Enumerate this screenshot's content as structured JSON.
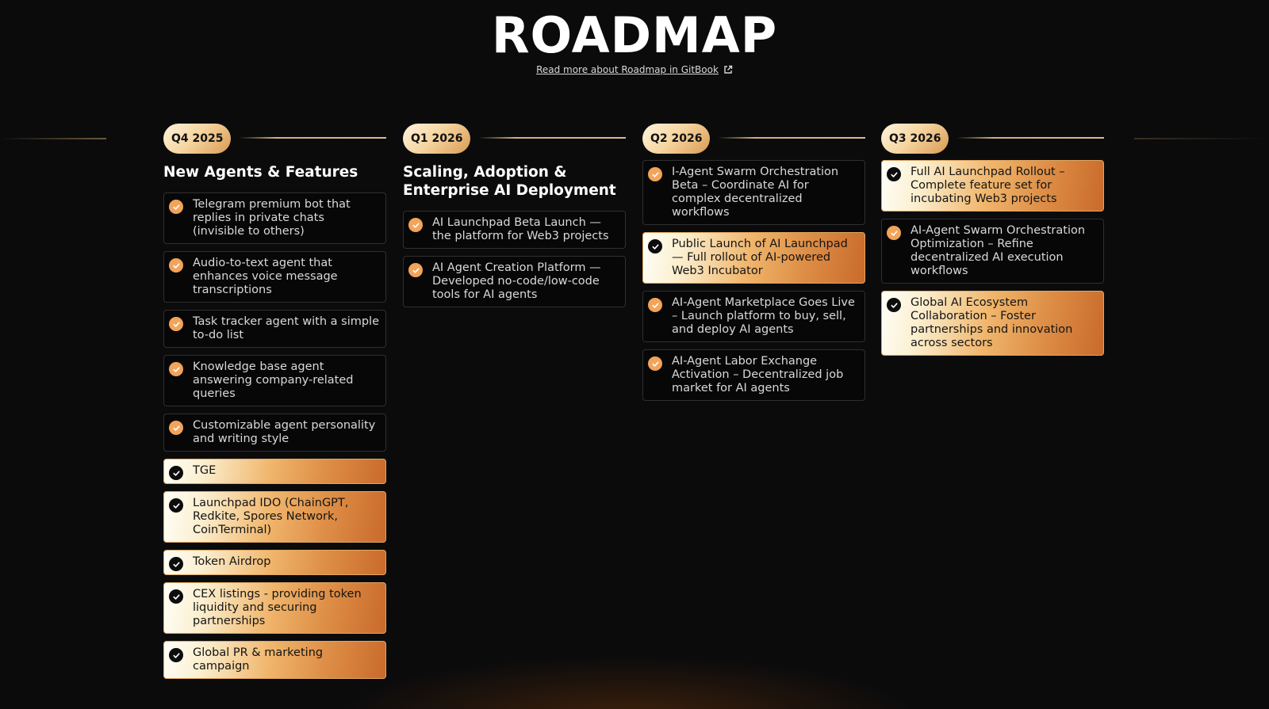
{
  "page": {
    "title": "ROADMAP",
    "gitbook_link": "Read more about Roadmap in GitBook",
    "link_icon": "external-link-icon"
  },
  "colors": {
    "background": "#0b0b0c",
    "accent_orange": "#f2a45a",
    "done_gradient_light": "#fffef8",
    "done_gradient_dark": "#c96a2b"
  },
  "columns": [
    {
      "quarter": "Q4 2025",
      "title": "New Agents & Features",
      "items": [
        {
          "text": "Telegram premium bot that replies in private chats (invisible to others)",
          "status": "pending"
        },
        {
          "text": "Audio-to-text agent that enhances voice message transcriptions",
          "status": "pending"
        },
        {
          "text": "Task tracker agent with a simple to-do list",
          "status": "pending"
        },
        {
          "text": "Knowledge base agent answering company-related queries",
          "status": "pending"
        },
        {
          "text": "Customizable agent personality and writing style",
          "status": "pending"
        },
        {
          "text": "TGE",
          "status": "done"
        },
        {
          "text": "Launchpad IDO (ChainGPT, Redkite, Spores Network, CoinTerminal)",
          "status": "done"
        },
        {
          "text": "Token Airdrop",
          "status": "done"
        },
        {
          "text": "CEX listings - providing token liquidity and securing partnerships",
          "status": "done"
        },
        {
          "text": "Global PR & marketing campaign",
          "status": "done"
        }
      ]
    },
    {
      "quarter": "Q1 2026",
      "title": "Scaling, Adoption & Enterprise AI Deployment",
      "items": [
        {
          "text": "AI Launchpad Beta Launch — the platform for Web3 projects",
          "status": "pending"
        },
        {
          "text": "AI Agent Creation Platform — Developed no-code/low-code tools for AI agents",
          "status": "pending"
        }
      ]
    },
    {
      "quarter": "Q2 2026",
      "title": "",
      "items": [
        {
          "text": "I-Agent Swarm Orchestration Beta – Coordinate AI for complex decentralized workflows",
          "status": "pending"
        },
        {
          "text": "Public Launch of AI Launchpad — Full rollout of AI-powered Web3 Incubator",
          "status": "done"
        },
        {
          "text": "AI-Agent Marketplace Goes Live – Launch platform to buy, sell, and deploy AI agents",
          "status": "pending"
        },
        {
          "text": "AI-Agent Labor Exchange Activation – Decentralized job market for AI agents",
          "status": "pending"
        }
      ]
    },
    {
      "quarter": "Q3 2026",
      "title": "",
      "items": [
        {
          "text": "Full AI Launchpad Rollout – Complete feature set for incubating Web3 projects",
          "status": "done"
        },
        {
          "text": "AI-Agent Swarm Orchestration Optimization – Refine decentralized AI execution workflows",
          "status": "pending"
        },
        {
          "text": "Global AI Ecosystem Collaboration – Foster partnerships and innovation across sectors",
          "status": "done"
        }
      ]
    }
  ]
}
